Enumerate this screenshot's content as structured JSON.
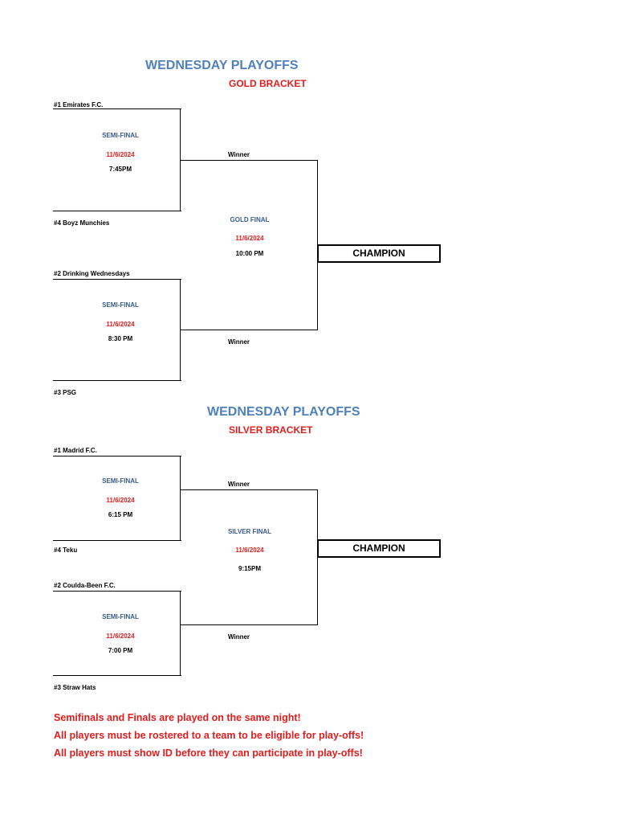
{
  "gold": {
    "title": "WEDNESDAY PLAYOFFS",
    "subtitle": "GOLD BRACKET",
    "team1": "#1 Emirates F.C.",
    "team4": "#4 Boyz Munchies",
    "team2": "#2 Drinking Wednesdays",
    "team3": "#3 PSG",
    "semi1": {
      "label": "SEMI-FINAL",
      "date": "11/6/2024",
      "time": "7:45PM"
    },
    "semi2": {
      "label": "SEMI-FINAL",
      "date": "11/6/2024",
      "time": "8:30 PM"
    },
    "final": {
      "label": "GOLD FINAL",
      "date": "11/6/2024",
      "time": "10:00 PM"
    },
    "winner_top": "Winner",
    "winner_bottom": "Winner",
    "champion": "CHAMPION"
  },
  "silver": {
    "title": "WEDNESDAY PLAYOFFS",
    "subtitle": "SILVER BRACKET",
    "team1": "#1 Madrid F.C.",
    "team4": "#4 Teku",
    "team2": "#2 Coulda-Been F.C.",
    "team3": "#3 Straw Hats",
    "semi1": {
      "label": "SEMI-FINAL",
      "date": "11/6/2024",
      "time": "6:15 PM"
    },
    "semi2": {
      "label": "SEMI-FINAL",
      "date": "11/6/2024",
      "time": "7:00 PM"
    },
    "final": {
      "label": "SILVER FINAL",
      "date": "11/6/2024",
      "time": "9:15PM"
    },
    "winner_top": "Winner",
    "winner_bottom": "Winner",
    "champion": "CHAMPION"
  },
  "notes": [
    "Semifinals and Finals are played on the same night!",
    "All players must be rostered to a team to be eligible for play-offs!",
    "All players must show ID before they can participate in play-offs!"
  ],
  "colors": {
    "title_blue": "#4f81bd",
    "red": "#e31c1c",
    "round_blue": "#3a5a8c"
  }
}
